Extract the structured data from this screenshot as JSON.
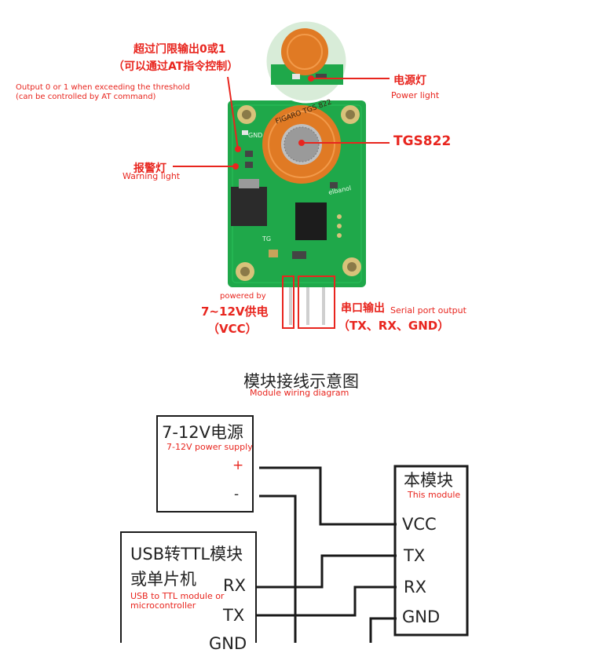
{
  "photo": {
    "threshold_label_cn_1": "超过门限输出0或1",
    "threshold_label_cn_2": "（可以通过AT指令控制）",
    "threshold_label_en_1": "Output 0 or 1 when exceeding the threshold",
    "threshold_label_en_2": "(can be controlled by AT command)",
    "power_light_cn": "电源灯",
    "power_light_en": "Power light",
    "sensor_label": "TGS822",
    "warning_light_cn": "报警灯",
    "warning_light_en": "Warning light",
    "powered_by_en": "powered by",
    "supply_cn": "7~12V供电",
    "supply_vcc": "（VCC）",
    "serial_cn": "串口输出",
    "serial_en": "Serial port output",
    "serial_pins": "（TX、RX、GND）",
    "sensor_ring_text": "FIGARO TGS 822",
    "board_marks": {
      "gnd": "GND",
      "brand": "elbanol",
      "tg": "TG"
    }
  },
  "diagram": {
    "title_cn": "模块接线示意图",
    "title_en": "Module wiring diagram",
    "power_box_cn": "7-12V电源",
    "power_box_en": "7-12V power supply",
    "plus": "+",
    "minus": "-",
    "module_box_cn": "本模块",
    "module_box_en": "This module",
    "module_pins": [
      "VCC",
      "TX",
      "RX",
      "GND"
    ],
    "usb_box_cn_1": "USB转TTL模块",
    "usb_box_cn_2": "或单片机",
    "usb_box_en_1": "USB to TTL module or",
    "usb_box_en_2": "microcontroller",
    "usb_pins": [
      "RX",
      "TX",
      "GND"
    ]
  },
  "colors": {
    "red": "#e8251e",
    "pcb": "#1fa84a",
    "sensor": "#e07a24"
  }
}
